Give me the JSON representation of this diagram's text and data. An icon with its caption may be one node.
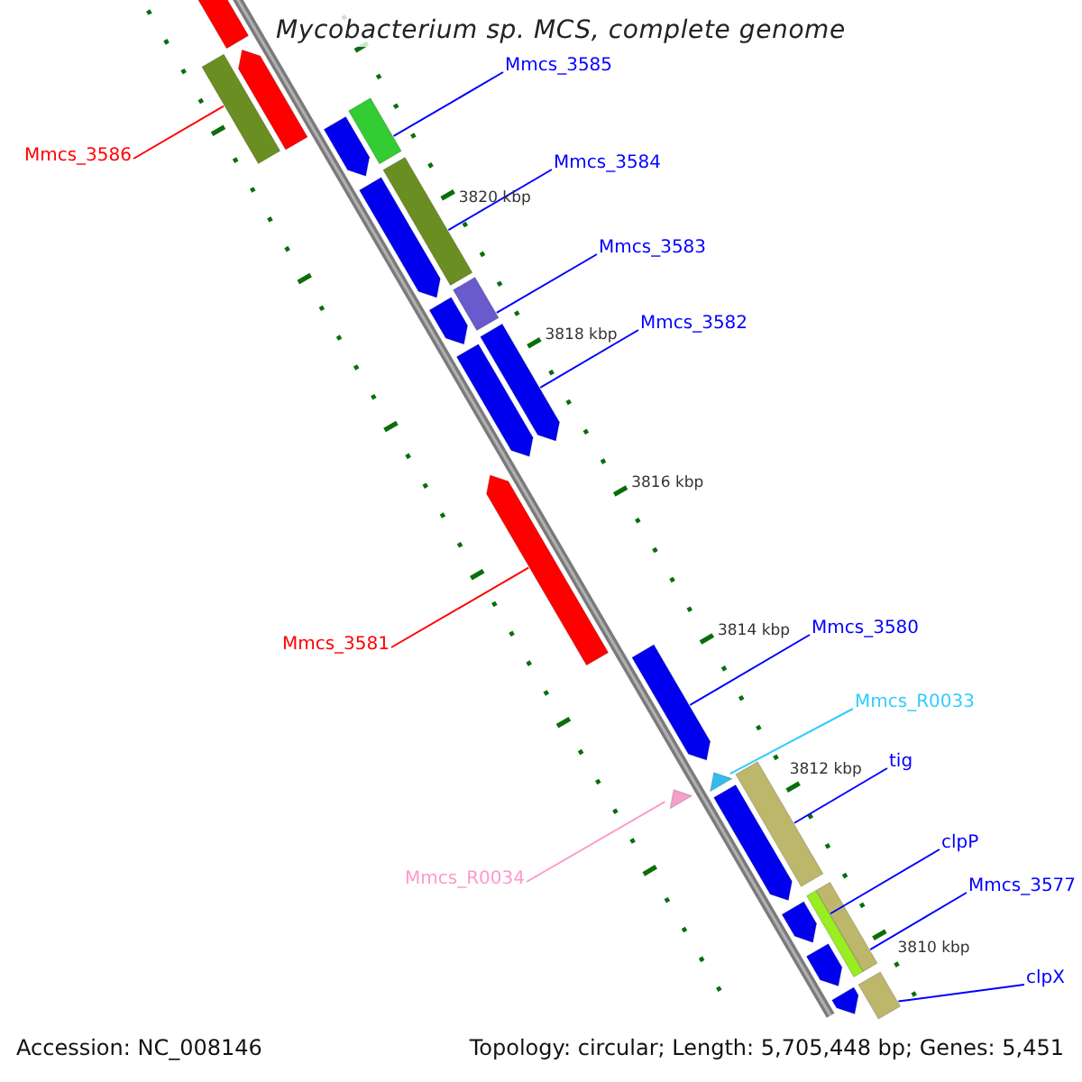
{
  "diagram": {
    "title": "Mycobacterium sp. MCS, complete genome",
    "nodes": [
      {
        "text": [
          "Mmcs_3585"
        ]
      },
      {
        "text": [],
        "shape": "bar"
      },
      {
        "text": [
          "Mmcs_3586"
        ]
      },
      {
        "text": [],
        "shape": "bar"
      },
      {
        "text": [
          "Mmcs_3584"
        ]
      },
      {
        "text": [],
        "shape": "bar"
      },
      {
        "text": [
          "Mmcs_3583"
        ]
      },
      {
        "text": [],
        "shape": "bar"
      },
      {
        "text": [
          "Mmcs_3582"
        ]
      },
      {
        "text": [],
        "shape": "arrow"
      },
      {
        "text": [
          "Mmcs_3581"
        ]
      },
      {
        "text": [],
        "shape": "arrow"
      },
      {
        "text": [
          "Mmcs_3580"
        ]
      },
      {
        "text": [],
        "shape": "arrow"
      },
      {
        "text": [
          "Mmcs_R0033"
        ]
      },
      {
        "text": [],
        "shape": "triangle"
      },
      {
        "text": [
          "tig"
        ]
      },
      {
        "text": [],
        "shape": "bar"
      },
      {
        "text": [
          "Mmcs_R0034"
        ]
      },
      {
        "text": [],
        "shape": "triangle"
      },
      {
        "text": [
          "clpP"
        ]
      },
      {
        "text": [],
        "shape": "bar"
      },
      {
        "text": [
          "Mmcs_3577"
        ]
      },
      {
        "text": [],
        "shape": "bar"
      },
      {
        "text": [
          "clpX"
        ]
      },
      {
        "text": [],
        "shape": "bar"
      }
    ],
    "edges": [
      {
        "from": 0,
        "to": 1,
        "arrow": "none"
      },
      {
        "from": 2,
        "to": 3,
        "arrow": "none",
        "color": "#ff0000"
      },
      {
        "from": 4,
        "to": 5,
        "arrow": "none"
      },
      {
        "from": 6,
        "to": 7,
        "arrow": "none"
      },
      {
        "from": 8,
        "to": 9,
        "arrow": "none"
      },
      {
        "from": 10,
        "to": 11,
        "arrow": "none",
        "color": "#ff0000"
      },
      {
        "from": 12,
        "to": 13,
        "arrow": "none"
      },
      {
        "from": 14,
        "to": 15,
        "arrow": "none",
        "color": "#33ccff"
      },
      {
        "from": 16,
        "to": 17,
        "arrow": "none"
      },
      {
        "from": 18,
        "to": 19,
        "arrow": "none",
        "color": "#ff99cc"
      },
      {
        "from": 20,
        "to": 21,
        "arrow": "none"
      },
      {
        "from": 22,
        "to": 23,
        "arrow": "none"
      },
      {
        "from": 24,
        "to": 25,
        "arrow": "none"
      }
    ],
    "labels": [
      "3820 kbp",
      "3818 kbp",
      "3816 kbp",
      "3814 kbp",
      "3812 kbp",
      "3810 kbp",
      "Accession: NC_008146",
      "Topology: circular; Length: 5,705,448 bp; Genes: 5,451"
    ]
  }
}
